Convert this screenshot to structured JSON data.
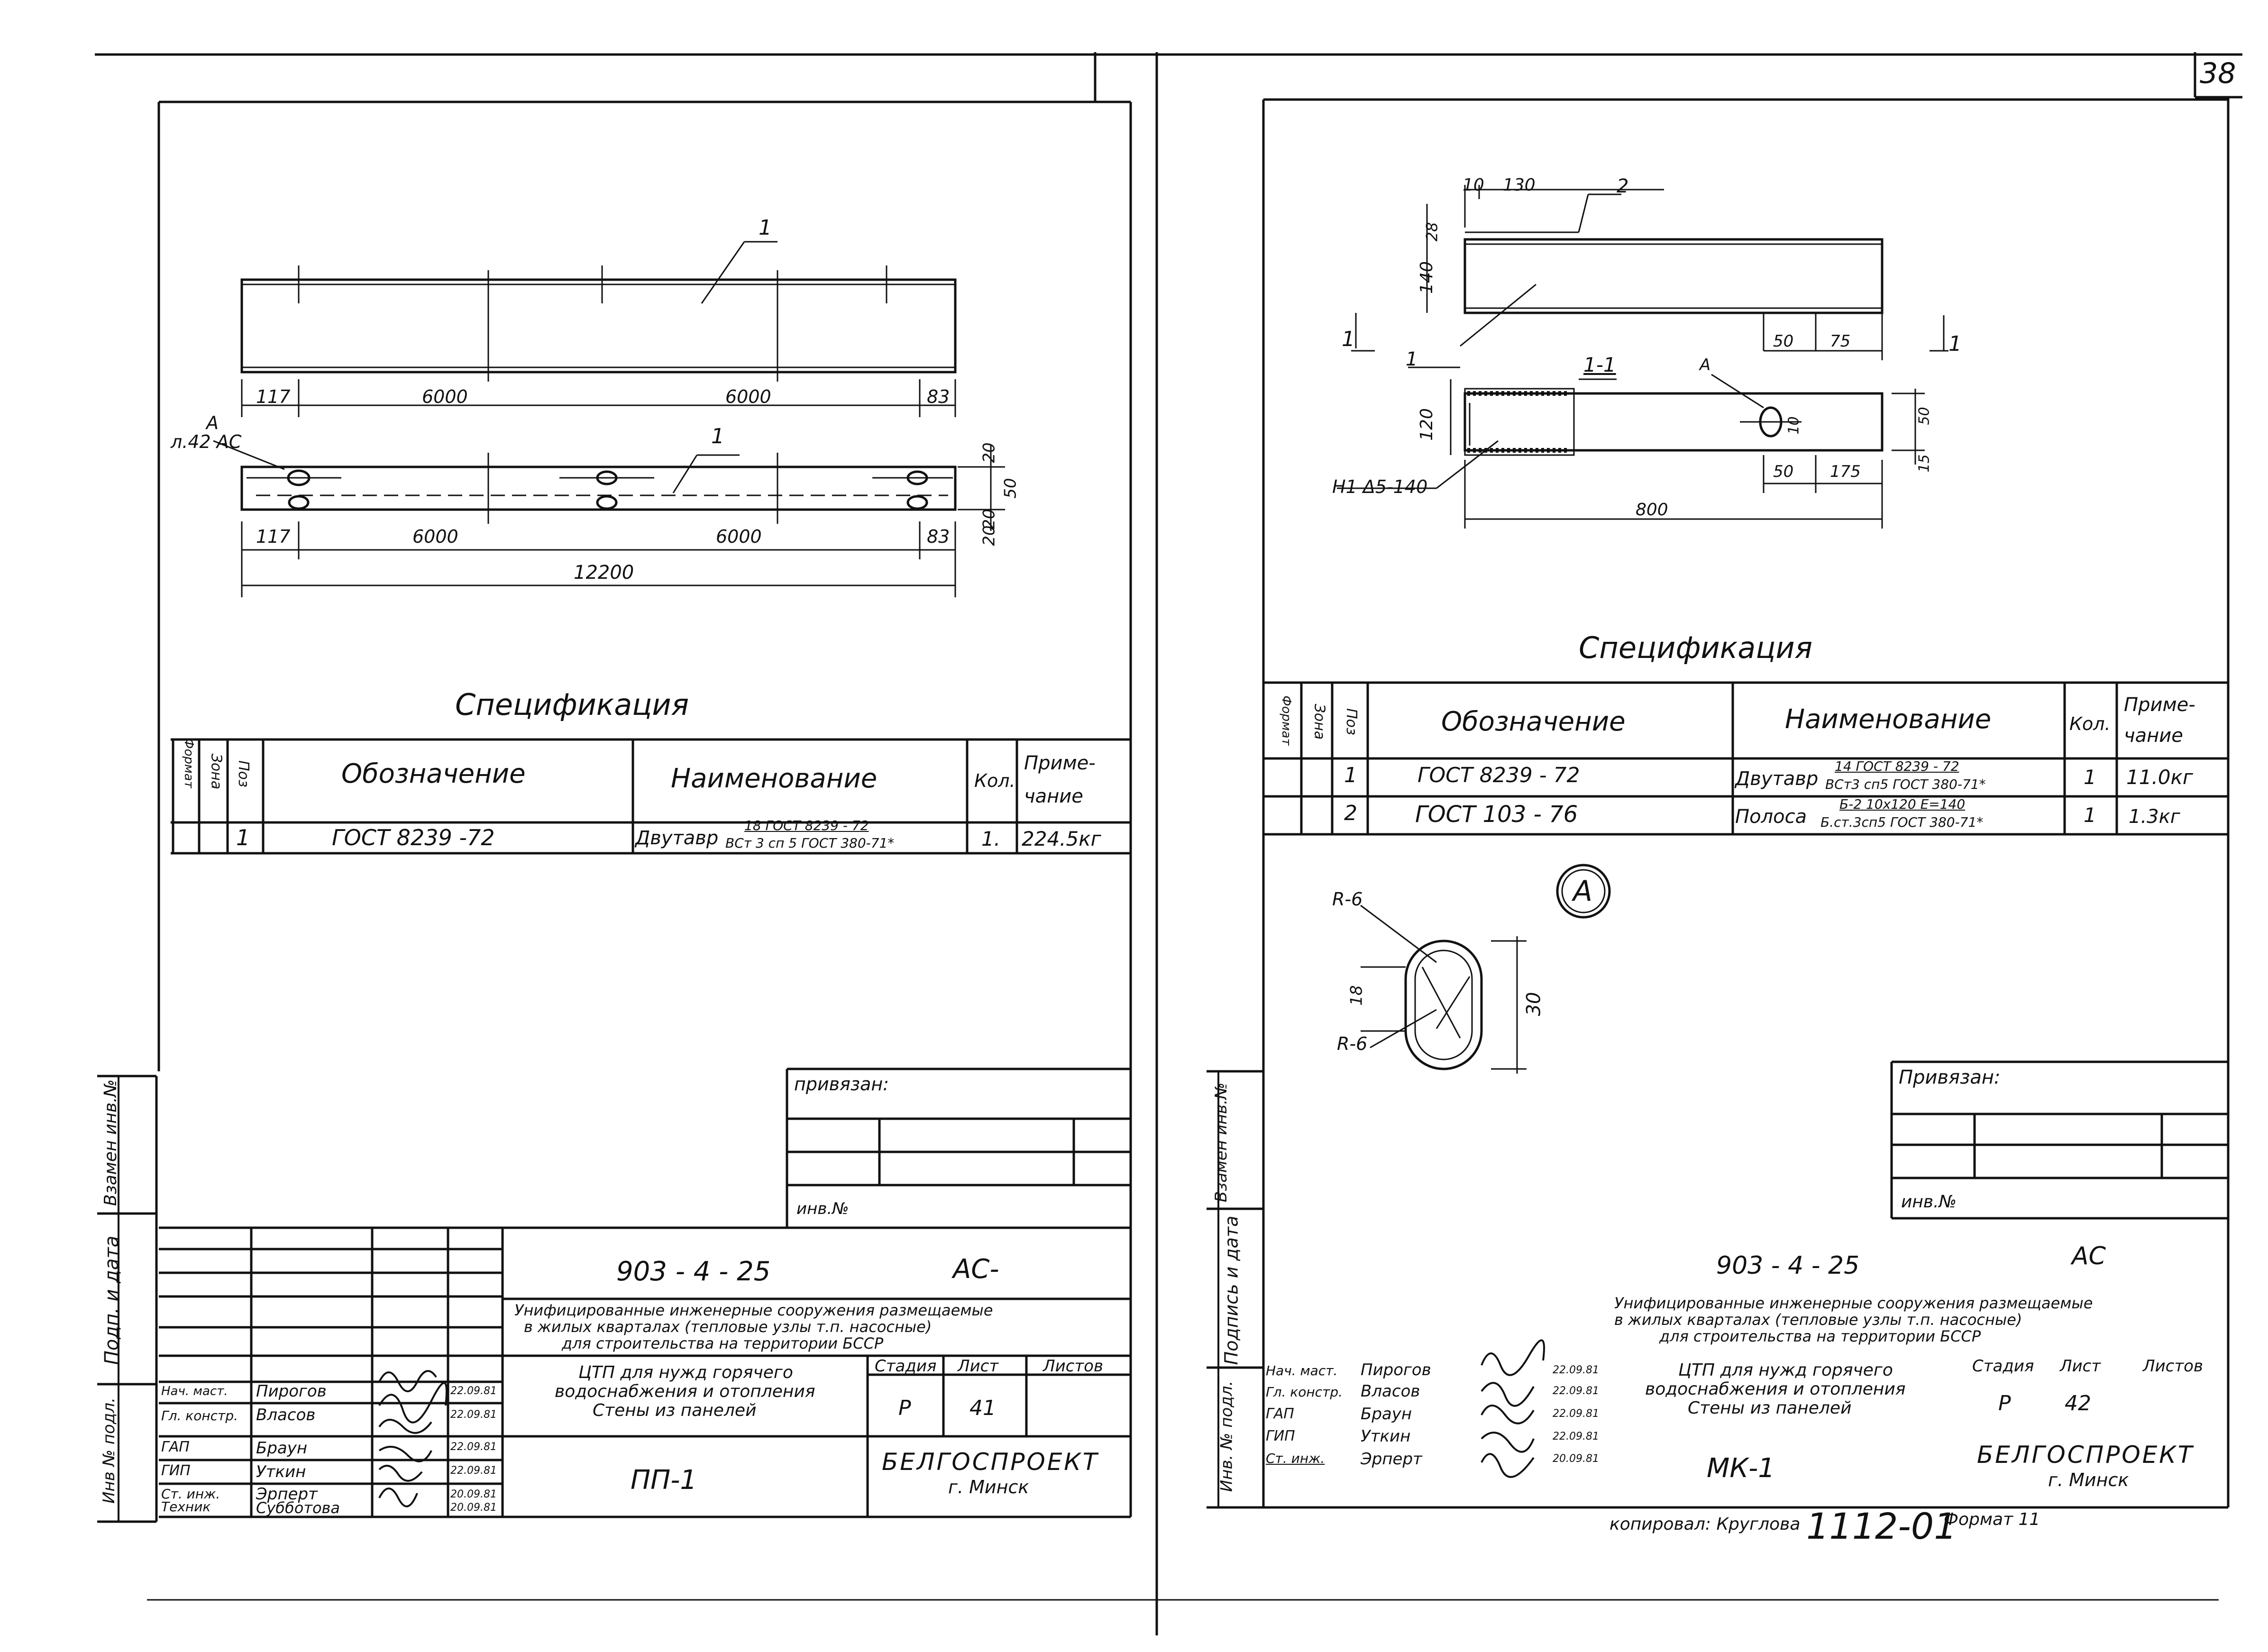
{
  "page_number": "38",
  "left": {
    "drawing": {
      "pos_label": "1",
      "view_a_label": "А",
      "sheet_ref": "л.42 АС",
      "dims_top": [
        "117",
        "6000",
        "6000",
        "83"
      ],
      "dims_bottom": [
        "117",
        "6000",
        "6000",
        "83"
      ],
      "overall": "12200",
      "dims_right": [
        "20",
        "20",
        "50",
        "20"
      ]
    },
    "spec": {
      "title": "Спецификация",
      "headers": {
        "format": "Формат",
        "zone": "Зона",
        "pos": "Поз",
        "designation": "Обозначение",
        "name": "Наименование",
        "qty": "Кол.",
        "note": "Приме-чание"
      },
      "rows": [
        {
          "pos": "1",
          "designation": "ГОСТ 8239 -72",
          "name": "Двутавр",
          "name_top": "18 ГОСТ 8239 - 72",
          "name_bottom": "ВСт 3 сп 5 ГОСТ 380-71*",
          "qty": "1.",
          "note": "224.5кг"
        }
      ]
    },
    "binding": {
      "label": "привязан:",
      "inv": "инв.№"
    },
    "stamp": {
      "code": "903 - 4 - 25",
      "suffix": "АС-",
      "project_line1": "Унифицированные инженерные сооружения размещаемые",
      "project_line2": "в жилых кварталах (тепловые узлы т.п. насосные)",
      "project_line3": "для строительства на территории БССР",
      "title_line1": "ЦТП для нужд горячего",
      "title_line2": "водоснабжения и отопления",
      "title_line3": "Стены из панелей",
      "stage_h": "Стадия",
      "sheet_h": "Лист",
      "sheets_h": "Листов",
      "stage": "Р",
      "sheet": "41",
      "mark": "ПП-1",
      "org1": "БЕЛГОСПРОЕКТ",
      "org2": "г. Минск",
      "people": [
        {
          "role": "Нач. маст.",
          "name": "Пирогов",
          "date": "22.09.81"
        },
        {
          "role": "Гл. констр.",
          "name": "Власов",
          "date": "22.09.81"
        },
        {
          "role": "ГАП",
          "name": "Браун",
          "date": "22.09.81"
        },
        {
          "role": "ГИП",
          "name": "Уткин",
          "date": "22.09.81"
        },
        {
          "role": "Ст. инж.",
          "name": "Эрперт",
          "date": "20.09.81"
        },
        {
          "role": "Техник",
          "name": "Субботова",
          "date": "20.09.81"
        }
      ]
    },
    "side": {
      "inv": "Инв № подл.",
      "sign": "Подп. и дата",
      "replace": "Взамен инв.№"
    }
  },
  "right": {
    "drawing": {
      "dims_top": [
        "10",
        "130"
      ],
      "pos2": "2",
      "pos1": "1",
      "v28": "28",
      "v140": "140",
      "v120": "120",
      "dims_mid": [
        "50",
        "75"
      ],
      "dims_low": [
        "50",
        "175"
      ],
      "overall": "800",
      "v50": "50",
      "v15": "15",
      "v10": "10",
      "section": "1-1",
      "cut": "1",
      "view_a": "А",
      "weld": "Н1 Δ5-140"
    },
    "spec": {
      "title": "Спецификация",
      "headers": {
        "format": "Формат",
        "zone": "Зона",
        "pos": "Поз",
        "designation": "Обозначение",
        "name": "Наименование",
        "qty": "Кол.",
        "note": "Приме-чание"
      },
      "rows": [
        {
          "pos": "1",
          "designation": "ГОСТ 8239 - 72",
          "name": "Двутавр",
          "name_top": "14 ГОСТ 8239 - 72",
          "name_bottom": "ВСт3 сп5 ГОСТ 380-71*",
          "qty": "1",
          "note": "11.0кг"
        },
        {
          "pos": "2",
          "designation": "ГОСТ 103 - 76",
          "name": "Полоса",
          "name_top": "Б-2 10х120 Е=140",
          "name_bottom": "Б.ст.3сп5 ГОСТ 380-71*",
          "qty": "1",
          "note": "1.3кг"
        }
      ]
    },
    "detail": {
      "label": "А",
      "r_top": "R-6",
      "r_bot": "R-6",
      "d18": "18",
      "d30": "30"
    },
    "binding": {
      "label": "Привязан:",
      "inv": "инв.№"
    },
    "stamp": {
      "code": "903 - 4 - 25",
      "suffix": "АС",
      "project_line1": "Унифицированные инженерные сооружения размещаемые",
      "project_line2": "в жилых кварталах (тепловые узлы т.п. насосные)",
      "project_line3": "для строительства на территории БССР",
      "title_line1": "ЦТП для нужд горячего",
      "title_line2": "водоснабжения и отопления",
      "title_line3": "Стены из панелей",
      "stage_h": "Стадия",
      "sheet_h": "Лист",
      "sheets_h": "Листов",
      "stage": "Р",
      "sheet": "42",
      "mark": "МК-1",
      "org1": "БЕЛГОСПРОЕКТ",
      "org2": "г. Минск",
      "people": [
        {
          "role": "Нач. маст.",
          "name": "Пирогов",
          "date": "22.09.81"
        },
        {
          "role": "Гл. констр.",
          "name": "Власов",
          "date": "22.09.81"
        },
        {
          "role": "ГАП",
          "name": "Браун",
          "date": "22.09.81"
        },
        {
          "role": "ГИП",
          "name": "Уткин",
          "date": "22.09.81"
        },
        {
          "role": "Ст. инж.",
          "name": "Эрперт",
          "date": "20.09.81"
        }
      ]
    },
    "side": {
      "inv": "Инв. № подл.",
      "sign": "Подпись и дата",
      "replace": "Взамен инв.№"
    },
    "footer": {
      "copied": "копировал: Круглова",
      "number": "1112-01",
      "format": "Формат 11"
    }
  }
}
